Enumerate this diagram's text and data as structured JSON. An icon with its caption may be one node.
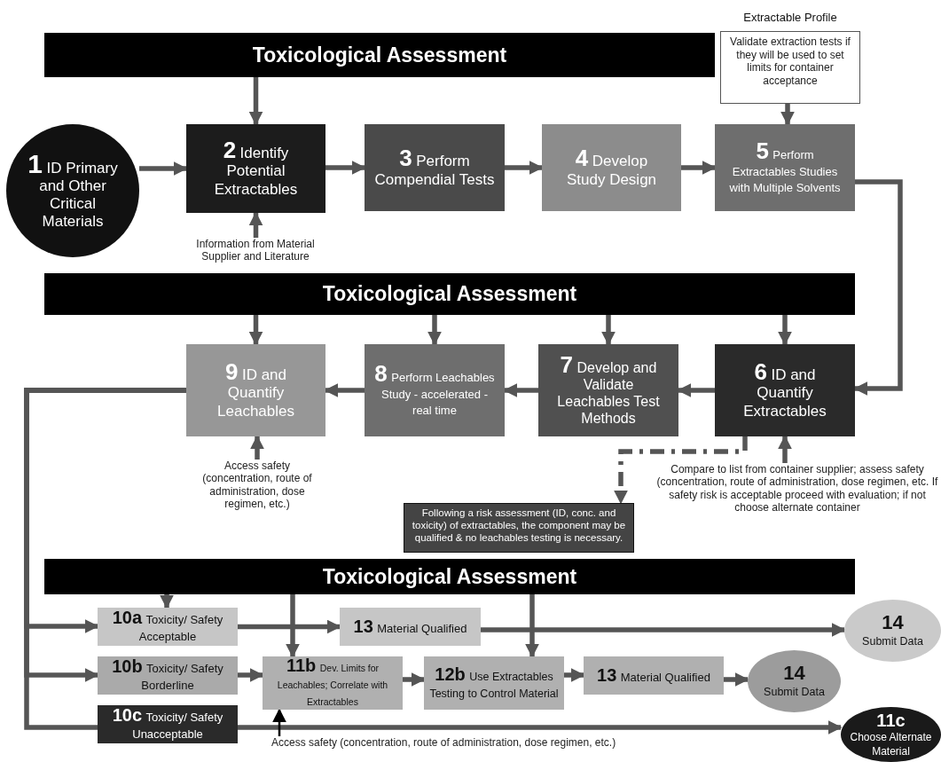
{
  "diagram": {
    "nodes": [
      {
        "text": [
          "Toxicological Assessment"
        ]
      },
      {
        "text": [
          "Extractable Profile",
          "Validate extraction tests if they will be used to set limits for container acceptance"
        ]
      },
      {
        "text": [
          "1",
          "ID Primary and Other Critical Materials"
        ]
      },
      {
        "text": [
          "2",
          "Identify Potential Extractables"
        ]
      },
      {
        "text": [
          "3",
          "Perform Compendial Tests"
        ]
      },
      {
        "text": [
          "4",
          "Develop Study Design"
        ]
      },
      {
        "text": [
          "5",
          "Perform Extractables Studies with Multiple Solvents"
        ]
      },
      {
        "text": [
          "Information from Material Supplier and Literature"
        ]
      },
      {
        "text": [
          "Toxicological Assessment"
        ]
      },
      {
        "text": [
          "9",
          "ID and Quantify Leachables"
        ]
      },
      {
        "text": [
          "8",
          "Perform Leachables Study - accelerated - real time"
        ]
      },
      {
        "text": [
          "7",
          "Develop and Validate Leachables Test Methods"
        ]
      },
      {
        "text": [
          "6",
          "ID and Quantify Extractables"
        ]
      },
      {
        "text": [
          "Access safety (concentration, route of administration, dose regimen, etc.)"
        ]
      },
      {
        "text": [
          "Compare to list from container supplier; assess safety (concentration, route of administration, dose regimen, etc. If safety risk is acceptable proceed with evaluation; if not choose alternate container"
        ]
      },
      {
        "text": [
          "Following a risk assessment (ID, conc. and toxicity) of extractables, the component may be qualified & no leachables testing is necessary."
        ]
      },
      {
        "text": [
          "Toxicological Assessment"
        ]
      },
      {
        "text": [
          "10a",
          "Toxicity/ Safety Acceptable"
        ]
      },
      {
        "text": [
          "13",
          "Material Qualified"
        ]
      },
      {
        "text": [
          "14",
          "Submit Data"
        ]
      },
      {
        "text": [
          "10b",
          "Toxicity/ Safety Borderline"
        ]
      },
      {
        "text": [
          "11b",
          "Dev. Limits for Leachables; Correlate with Extractables"
        ]
      },
      {
        "text": [
          "12b",
          "Use Extractables Testing to Control Material"
        ]
      },
      {
        "text": [
          "13",
          "Material Qualified"
        ]
      },
      {
        "text": [
          "14",
          "Submit Data"
        ]
      },
      {
        "text": [
          "10c",
          "Toxicity/ Safety Unacceptable"
        ]
      },
      {
        "text": [
          "11c",
          "Choose Alternate Material"
        ]
      },
      {
        "text": [
          "Access safety (concentration, route of administration, dose regimen, etc.)"
        ]
      }
    ],
    "edges": [
      {
        "from": 0,
        "to": 3,
        "arrow": "to"
      },
      {
        "from": 1,
        "to": 6,
        "arrow": "to"
      },
      {
        "from": 2,
        "to": 3,
        "arrow": "to"
      },
      {
        "from": 3,
        "to": 4,
        "arrow": "to"
      },
      {
        "from": 4,
        "to": 5,
        "arrow": "to"
      },
      {
        "from": 5,
        "to": 6,
        "arrow": "to"
      },
      {
        "from": 6,
        "to": 12,
        "arrow": "to"
      },
      {
        "from": 7,
        "to": 3,
        "arrow": "to"
      },
      {
        "from": 8,
        "to": 9,
        "arrow": "to"
      },
      {
        "from": 8,
        "to": 10,
        "arrow": "to"
      },
      {
        "from": 8,
        "to": 11,
        "arrow": "to"
      },
      {
        "from": 8,
        "to": 12,
        "arrow": "to"
      },
      {
        "from": 12,
        "to": 11,
        "arrow": "to"
      },
      {
        "from": 11,
        "to": 10,
        "arrow": "to"
      },
      {
        "from": 10,
        "to": 9,
        "arrow": "to"
      },
      {
        "from": 13,
        "to": 9,
        "arrow": "to"
      },
      {
        "from": 14,
        "to": 12,
        "arrow": "to"
      },
      {
        "from": 12,
        "to": 15,
        "arrow": "to",
        "style": "dashed"
      },
      {
        "from": 9,
        "to": 17,
        "arrow": "to"
      },
      {
        "from": 9,
        "to": 20,
        "arrow": "to"
      },
      {
        "from": 9,
        "to": 25,
        "arrow": "none"
      },
      {
        "from": 25,
        "to": 26,
        "arrow": "to"
      },
      {
        "from": 16,
        "to": 17,
        "arrow": "to"
      },
      {
        "from": 16,
        "to": 21,
        "arrow": "to"
      },
      {
        "from": 16,
        "to": 22,
        "arrow": "to"
      },
      {
        "from": 17,
        "to": 18,
        "arrow": "to"
      },
      {
        "from": 18,
        "to": 19,
        "arrow": "to"
      },
      {
        "from": 20,
        "to": 21,
        "arrow": "to"
      },
      {
        "from": 21,
        "to": 22,
        "arrow": "to"
      },
      {
        "from": 22,
        "to": 23,
        "arrow": "to"
      },
      {
        "from": 23,
        "to": 24,
        "arrow": "to"
      },
      {
        "from": 27,
        "to": 21,
        "arrow": "to",
        "color": "#000000"
      }
    ]
  }
}
